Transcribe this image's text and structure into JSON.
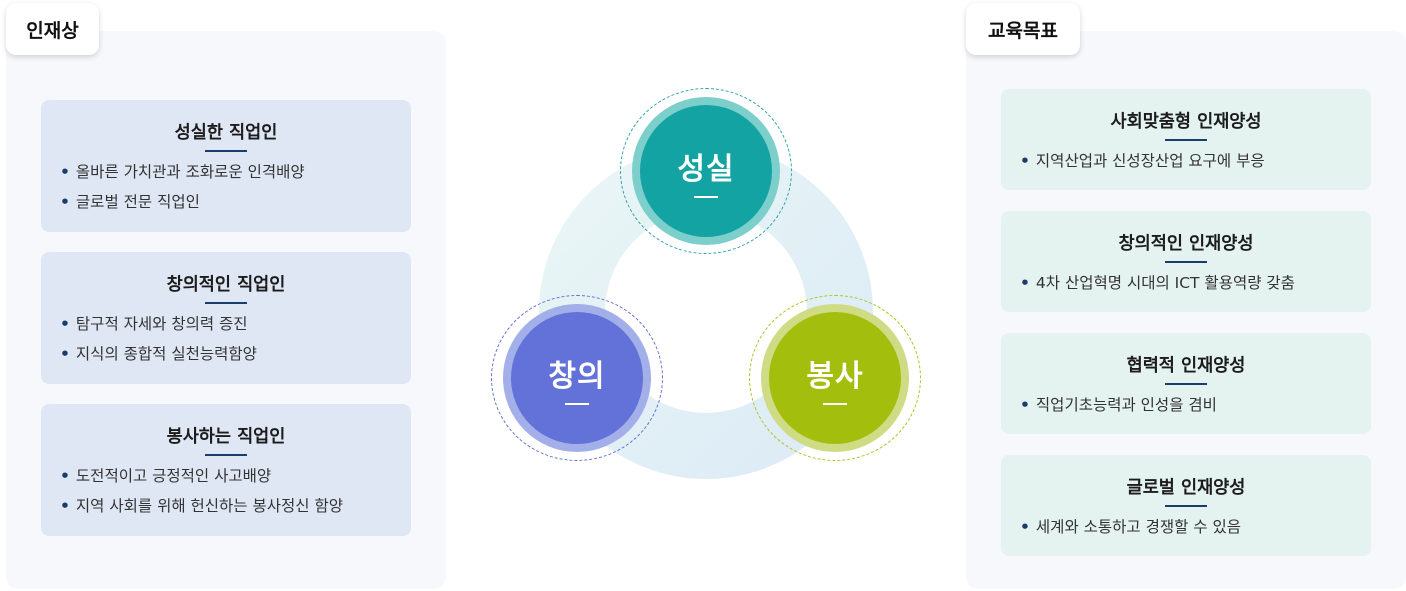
{
  "left_section": {
    "tab_label": "인재상",
    "cards": [
      {
        "title": "성실한 직업인",
        "bullets": [
          "올바른 가치관과 조화로운 인격배양",
          "글로벌 전문 직업인"
        ]
      },
      {
        "title": "창의적인 직업인",
        "bullets": [
          "탐구적 자세와 창의력 증진",
          "지식의 종합적 실천능력함양"
        ]
      },
      {
        "title": "봉사하는 직업인",
        "bullets": [
          "도전적이고 긍정적인 사고배양",
          "지역 사회를 위해 헌신하는 봉사정신 함양"
        ]
      }
    ]
  },
  "right_section": {
    "tab_label": "교육목표",
    "cards": [
      {
        "title": "사회맞춤형 인재양성",
        "bullets": [
          "지역산업과 신성장산업 요구에 부응"
        ]
      },
      {
        "title": "창의적인 인재양성",
        "bullets": [
          "4차 산업혁명 시대의 ICT 활용역량 갖춤"
        ]
      },
      {
        "title": "협력적 인재양성",
        "bullets": [
          "직업기초능력과 인성을 겸비"
        ]
      },
      {
        "title": "글로벌 인재양성",
        "bullets": [
          "세계와 소통하고 경쟁할 수 있음"
        ]
      }
    ]
  },
  "center_diagram": {
    "nodes": [
      {
        "label": "성실",
        "color": "#13a3a3",
        "halo": "#7ccfcb",
        "dash": "#2aa3a3"
      },
      {
        "label": "창의",
        "color": "#6272d8",
        "halo": "#a3afe8",
        "dash": "#5f6fcf"
      },
      {
        "label": "봉사",
        "color": "#a3be0c",
        "halo": "#cfdc85",
        "dash": "#a8c21c"
      }
    ],
    "ring_colors": [
      "#e6f3f6",
      "#dcecf6"
    ]
  }
}
